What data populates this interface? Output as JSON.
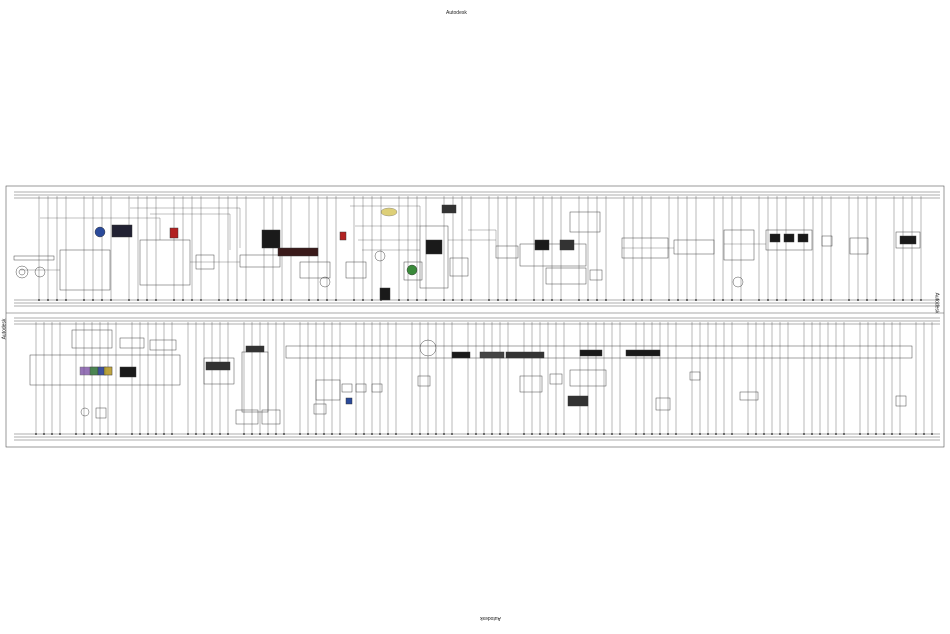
{
  "watermark": {
    "top": "Autodesk",
    "bottom": "Autodesk",
    "left": "Autodesk",
    "right": "Autodesk"
  },
  "colors": {
    "line": "#333333",
    "frame": "#555555",
    "module_dark": "#1a1a1a",
    "module_accent_red": "#b22222",
    "module_accent_blue": "#2a4a9a",
    "module_accent_green": "#3a8a3a",
    "module_accent_yellow": "#c8b020",
    "module_accent_purple": "#6a3a9a"
  }
}
